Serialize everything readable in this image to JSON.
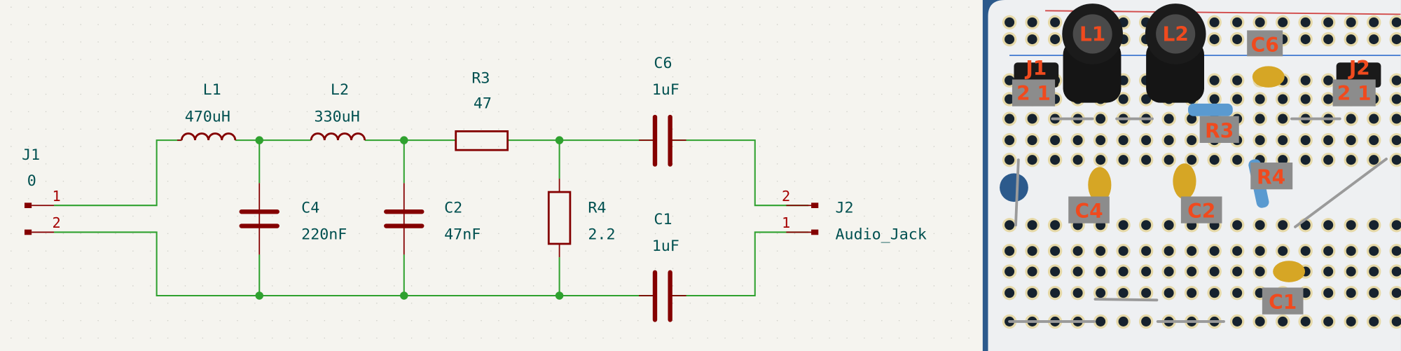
{
  "schematic": {
    "components": {
      "J1": {
        "ref": "J1",
        "value": "0",
        "pin1": "1",
        "pin2": "2"
      },
      "L1": {
        "ref": "L1",
        "value": "470uH"
      },
      "L2": {
        "ref": "L2",
        "value": "330uH"
      },
      "R3": {
        "ref": "R3",
        "value": "47"
      },
      "C6": {
        "ref": "C6",
        "value": "1uF"
      },
      "C4": {
        "ref": "C4",
        "value": "220nF"
      },
      "C2": {
        "ref": "C2",
        "value": "47nF"
      },
      "R4": {
        "ref": "R4",
        "value": "2.2"
      },
      "C1": {
        "ref": "C1",
        "value": "1uF"
      },
      "J2": {
        "ref": "J2",
        "value": "Audio_Jack",
        "pin1": "1",
        "pin2": "2"
      }
    },
    "colors": {
      "wire": "#2fa12f",
      "symbol": "#840000",
      "text": "#005050",
      "pin_number": "#a50000",
      "background": "#f5f4ef"
    }
  },
  "photo": {
    "labels": {
      "L1": "L1",
      "L2": "L2",
      "C6": "C6",
      "J1": "J1",
      "J1_pins": "2 1",
      "J2": "J2",
      "J2_pins": "2 1",
      "R3": "R3",
      "R4": "R4",
      "C4": "C4",
      "C2": "C2",
      "C1": "C1"
    },
    "colors": {
      "label_text": "#f04a1e",
      "label_box": "#8c8c8c",
      "board": "#eef0f2",
      "background": "#2c5a8c"
    }
  }
}
